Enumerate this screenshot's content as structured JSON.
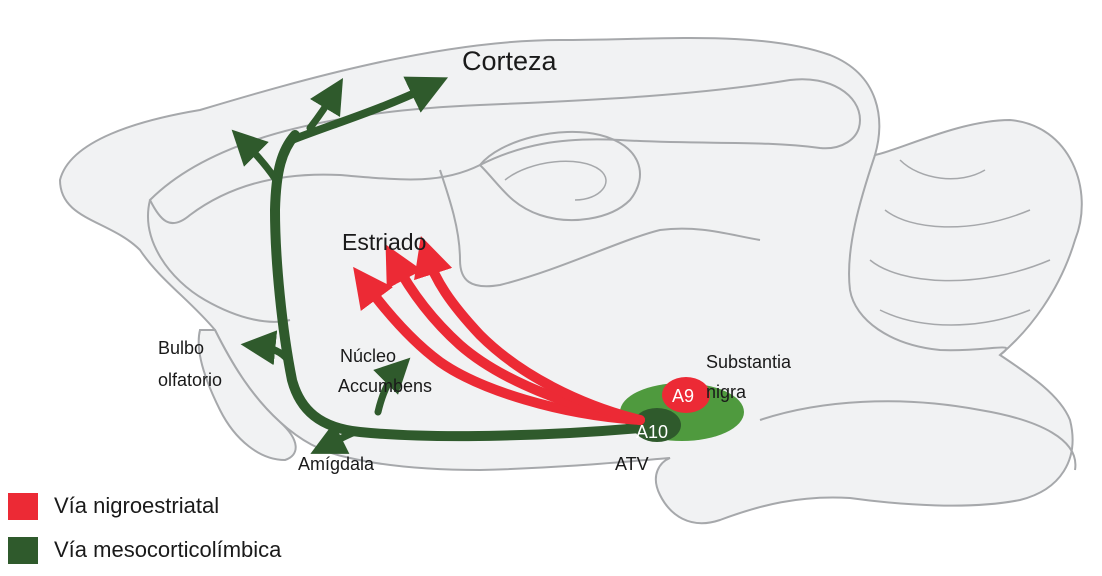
{
  "colors": {
    "nigrostriatal": "#ec2a35",
    "mesocorticolimbic": "#2f5a2c",
    "nigra_region": "#4f9a3e",
    "brain_fill": "#f1f2f3",
    "brain_outline": "#a6a8ab"
  },
  "labels": {
    "cortex": "Corteza",
    "striatum": "Estriado",
    "olfactory_bulb_line1": "Bulbo",
    "olfactory_bulb_line2": "olfatorio",
    "accumbens_line1": "Núcleo",
    "accumbens_line2": "Accumbens",
    "nigra_line1": "Substantia",
    "nigra_line2": "nigra",
    "a9": "A9",
    "a10": "A10",
    "atv": "ATV",
    "amygdala": "Amígdala"
  },
  "legend": [
    {
      "label": "Vía nigroestriatal",
      "color": "#ec2a35"
    },
    {
      "label": "Vía mesocorticolímbica",
      "color": "#2f5a2c"
    }
  ]
}
